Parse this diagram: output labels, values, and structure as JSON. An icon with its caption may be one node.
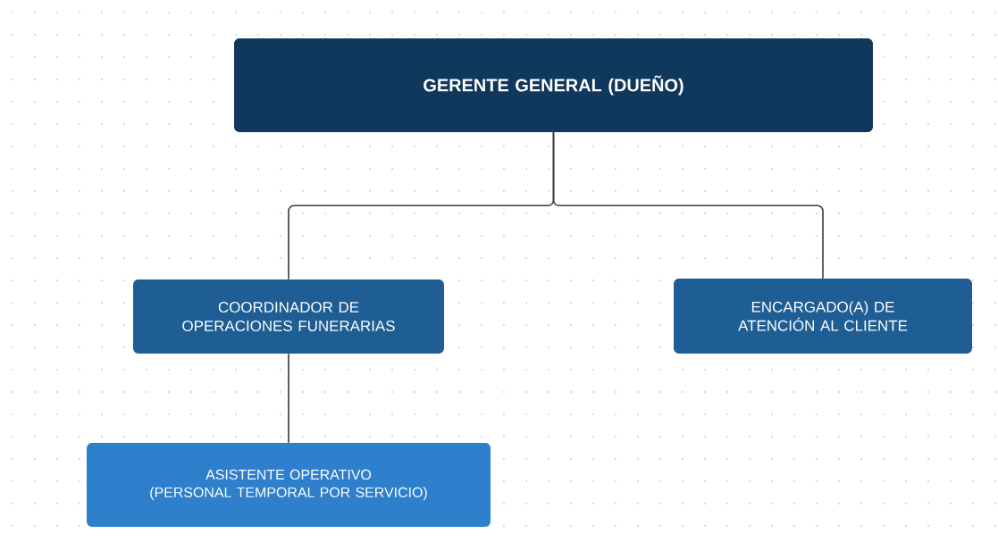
{
  "diagram": {
    "nodes": [
      {
        "text": [
          "GERENTE GENERAL (DUEÑO)"
        ]
      },
      {
        "text": [
          "COORDINADOR DE OPERACIONES FUNERARIAS"
        ]
      },
      {
        "text": [
          "ENCARGADO(A) DE ATENCIÓN AL CLIENTE"
        ]
      },
      {
        "text": [
          "ASISTENTE OPERATIVO",
          "(PERSONAL TEMPORAL POR SERVICIO)"
        ]
      }
    ],
    "edges": [
      {
        "from": 0,
        "to": 1,
        "arrow": "none"
      },
      {
        "from": 0,
        "to": 2,
        "arrow": "none"
      },
      {
        "from": 1,
        "to": 3,
        "arrow": "none"
      }
    ]
  }
}
